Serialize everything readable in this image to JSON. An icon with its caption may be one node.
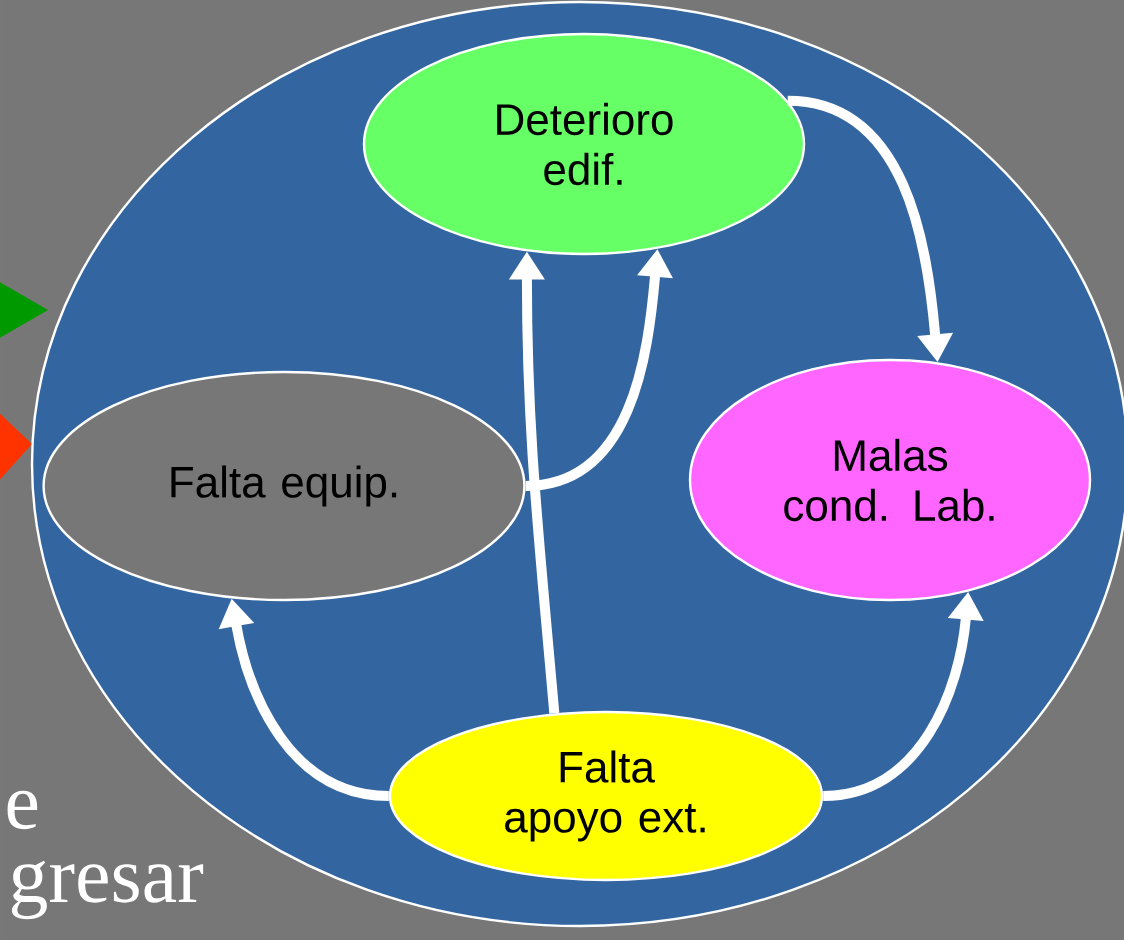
{
  "diagram": {
    "nodes": [
      {
        "text": [],
        "shape": "circle"
      },
      {
        "text": [
          "Deterioro edif."
        ],
        "in": 0
      },
      {
        "text": [
          "Falta equip."
        ],
        "in": 0
      },
      {
        "text": [
          "Malas cond. Lab."
        ],
        "in": 0
      },
      {
        "text": [
          "Falta apoyo ext."
        ],
        "in": 0
      }
    ],
    "edges": [
      {
        "from": 1,
        "to": 3,
        "arrow": "to"
      },
      {
        "from": 2,
        "to": 1,
        "arrow": "to"
      },
      {
        "from": 4,
        "to": 1,
        "arrow": "to"
      },
      {
        "from": 4,
        "to": 2,
        "arrow": "to"
      },
      {
        "from": 4,
        "to": 3,
        "arrow": "to"
      }
    ],
    "labels": [
      "e",
      "gresar"
    ]
  }
}
